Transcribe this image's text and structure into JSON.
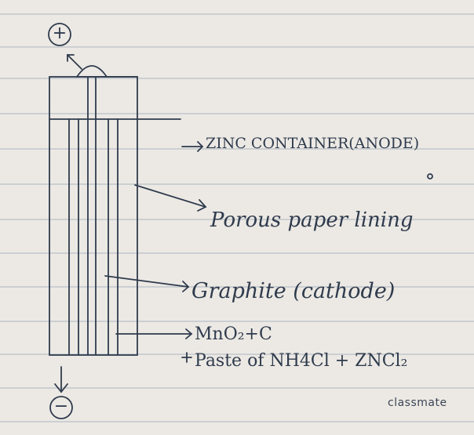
{
  "terminals": {
    "positive": "+",
    "negative": "−"
  },
  "labels": {
    "zinc": "ZINC CONTAINER(ANODE)",
    "paper": "Porous paper lining",
    "graphite": "Graphite (cathode)",
    "mno2": "MnO₂+C",
    "paste": "Paste of NH4Cl + ZNCl₂"
  },
  "footer": {
    "brand": "classmate"
  },
  "colors": {
    "paper": "#ece9e4",
    "ink": "#2f3b4d",
    "rule": "#b9c0c8"
  }
}
